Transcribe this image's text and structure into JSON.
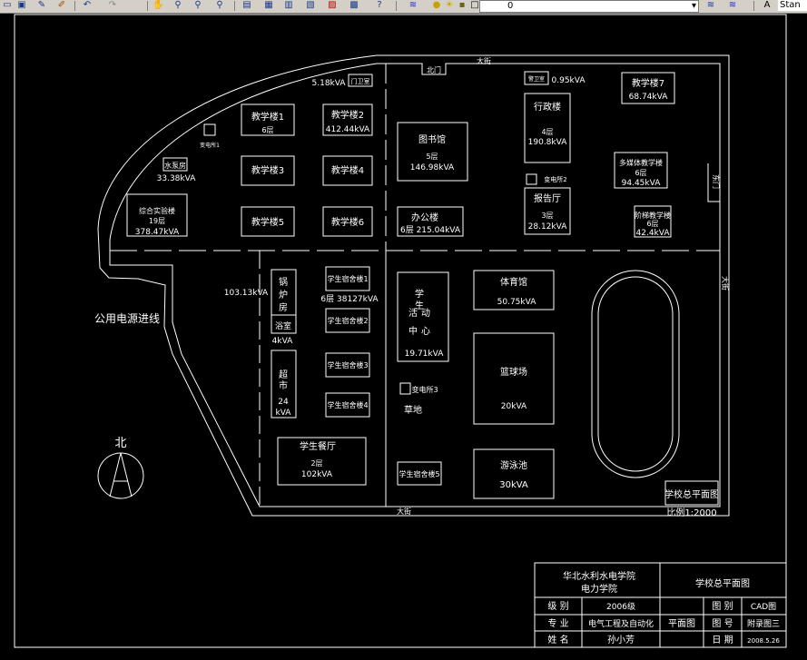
{
  "toolbar": {
    "layer_value": "0",
    "text_style": "Stan",
    "icons": [
      "open-icon",
      "save-icon",
      "pencil-icon",
      "brush-icon",
      "undo-icon",
      "redo-icon",
      "pan-icon",
      "zoom-realtime-icon",
      "zoom-window-icon",
      "zoom-previous-icon",
      "properties-icon",
      "design-center-icon",
      "tool-palette-icon",
      "sheet-set-icon",
      "markup-icon",
      "calculator-icon",
      "help-icon",
      "layer-manager-icon",
      "bulb-icon",
      "sun-icon",
      "lock-icon",
      "color-square-icon",
      "layer-state-icon",
      "layer-previous-icon",
      "text-style-icon"
    ]
  },
  "drawing": {
    "title": "学校总平面图",
    "scale": "比例1:2000",
    "power_line": "公用电源进线",
    "north": "北",
    "road_top": "大街",
    "road_bottom": "大街",
    "road_right": "大街",
    "north_gate": "北门",
    "east_gate": "东门",
    "buildings": {
      "t1": {
        "name": "教学楼1",
        "floors": "6层"
      },
      "t2": {
        "name": "教学楼2",
        "load": "412.44kVA"
      },
      "t3": {
        "name": "教学楼3"
      },
      "t4": {
        "name": "教学楼4"
      },
      "t5": {
        "name": "教学楼5"
      },
      "t6": {
        "name": "教学楼6"
      },
      "t7": {
        "name": "教学楼7",
        "load": "68.74kVA"
      },
      "lib": {
        "name": "图书馆",
        "floors": "5层",
        "load": "146.98kVA"
      },
      "office": {
        "name": "办公楼",
        "info": "6层 215.04kVA"
      },
      "admin": {
        "name": "行政楼",
        "floors": "4层",
        "load": "190.8kVA"
      },
      "hall": {
        "name": "报告厅",
        "floors": "3层",
        "load": "28.12kVA"
      },
      "media": {
        "name": "多媒体教学楼",
        "floors": "6层",
        "load": "94.45kVA"
      },
      "ladder": {
        "name": "阶梯教学楼",
        "floors": "6层",
        "load": "42.4kVA"
      },
      "lab": {
        "name": "综合实验楼",
        "floors": "19层",
        "load": "378.47kVA"
      },
      "pump": {
        "name": "水泵房",
        "load": "33.38kVA"
      },
      "transf1": {
        "name": "变电所1"
      },
      "transf2": {
        "name": "变电所2"
      },
      "transf3": {
        "name": "变电所3"
      },
      "gatehouse": {
        "name": "门卫室",
        "load": "5.18kVA"
      },
      "guard": {
        "name": "警卫室",
        "load": "0.95kVA"
      },
      "boiler": {
        "name_lines": [
          "锅",
          "炉",
          "房"
        ],
        "load": "103.13kVA"
      },
      "bath": {
        "name": "浴室",
        "load": "4kVA"
      },
      "market": {
        "name_lines": [
          "超",
          "市"
        ],
        "floors": "24",
        "load": "kVA"
      },
      "dorm1": {
        "name": "学生宿舍楼1",
        "info": "6层 38127kVA"
      },
      "dorm2": {
        "name": "学生宿舍楼2"
      },
      "dorm3": {
        "name": "学生宿舍楼3"
      },
      "dorm4": {
        "name": "学生宿舍楼4"
      },
      "dorm5": {
        "name": "学生宿舍楼5"
      },
      "activity": {
        "name_lines": [
          "学",
          "生",
          "活",
          "动",
          "中",
          "心"
        ],
        "load": "19.71kVA"
      },
      "gym": {
        "name": "体育馆",
        "load": "50.75kVA"
      },
      "basketball": {
        "name": "篮球场",
        "load": "20kVA"
      },
      "pool": {
        "name": "游泳池",
        "load": "30kVA"
      },
      "canteen": {
        "name": "学生餐厅",
        "floors": "2层",
        "load": "102kVA"
      },
      "lawn": {
        "name": "草地"
      }
    }
  },
  "title_block": {
    "school": "华北水利水电学院",
    "dept": "电力学院",
    "drawing_title": "学校总平面图",
    "grade_label": "级 别",
    "grade_value": "2006级",
    "major_label": "专 业",
    "major_value": "电气工程及自动化",
    "name_label": "姓 名",
    "name_value": "孙小芳",
    "view": "平面图",
    "category_label": "图 别",
    "category_value": "CAD图",
    "number_label": "图 号",
    "number_value": "附录图三",
    "date_label": "日 期",
    "date_value": "2008.5.26"
  }
}
